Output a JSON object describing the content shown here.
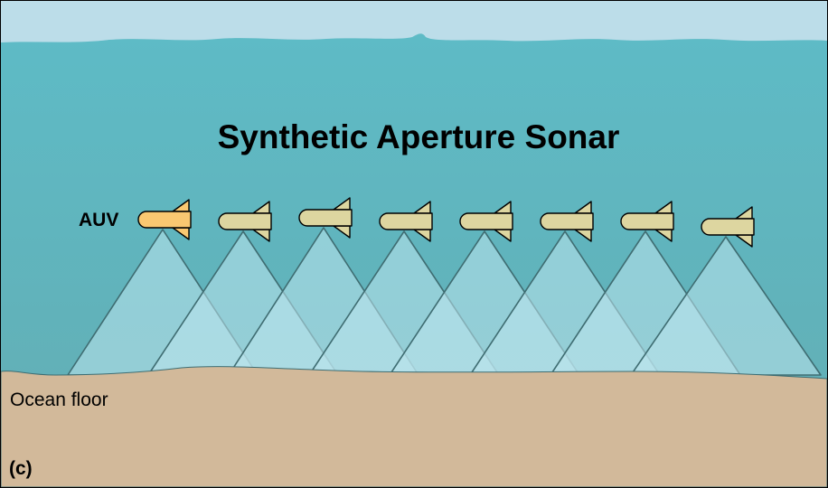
{
  "diagram": {
    "title": "Synthetic Aperture Sonar",
    "vehicle_label": "AUV",
    "floor_label": "Ocean floor",
    "panel_label": "(c)",
    "vehicle_count": 8,
    "highlighted_vehicle_index": 0,
    "colors": {
      "sky": "#bcdde9",
      "water_top": "#5ebbc6",
      "water_bottom": "#62b0b7",
      "floor": "#d2b99a",
      "beam": "#bde6ee",
      "beam_edge": "#3f6d72",
      "vehicle": "#ddd6a0",
      "vehicle_highlight": "#f9c871",
      "outline": "#000000"
    },
    "icons": {
      "vehicle": "torpedo-auv-icon",
      "beam": "sonar-beam-cone"
    }
  }
}
